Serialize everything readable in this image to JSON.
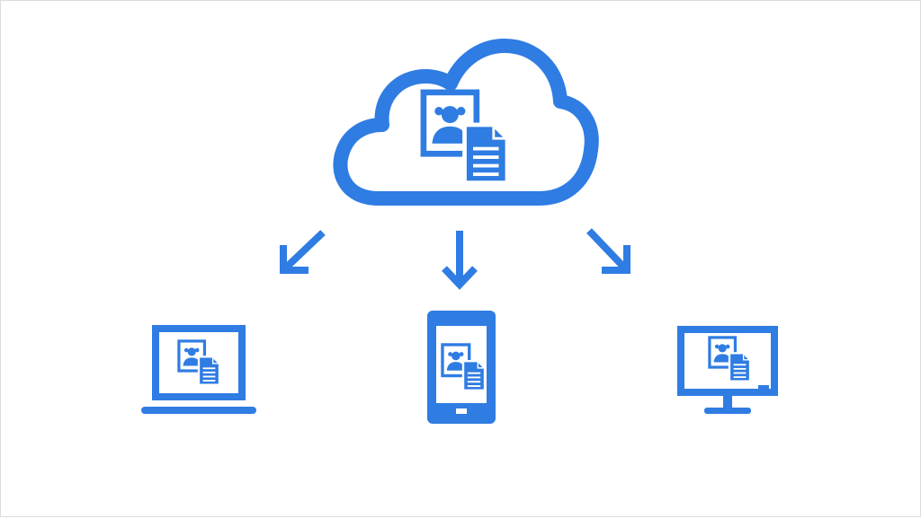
{
  "diagram": {
    "accent_color": "#2f7ce3",
    "background_color": "#ffffff",
    "source": {
      "icon": "cloud-icon",
      "contents": [
        "photo-icon",
        "document-icon"
      ]
    },
    "arrows": [
      {
        "direction": "down-left",
        "icon": "arrow-down-left-icon"
      },
      {
        "direction": "down",
        "icon": "arrow-down-icon"
      },
      {
        "direction": "down-right",
        "icon": "arrow-down-right-icon"
      }
    ],
    "devices": [
      {
        "icon": "laptop-icon",
        "contents": [
          "photo-icon",
          "document-icon"
        ]
      },
      {
        "icon": "smartphone-icon",
        "contents": [
          "photo-icon",
          "document-icon"
        ]
      },
      {
        "icon": "monitor-icon",
        "contents": [
          "photo-icon",
          "document-icon"
        ]
      }
    ]
  }
}
